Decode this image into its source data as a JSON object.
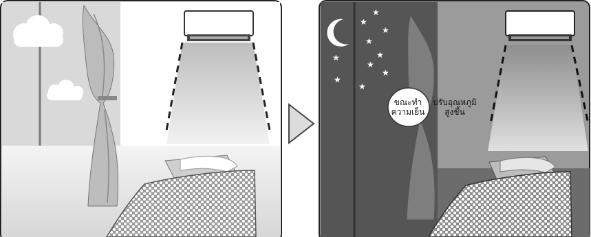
{
  "panels": {
    "day": {},
    "night": {
      "cooling_label_line1": "ขณะทำ",
      "cooling_label_line2": "ความเย็น",
      "adjust_label_line1": "ปรับอุณหภูมิ",
      "adjust_label_line2": "สูงขึ้น"
    }
  },
  "icons": [
    "air-conditioner-icon",
    "moon-icon",
    "star-icon",
    "cloud-icon",
    "curtain-icon",
    "bed-icon",
    "next-arrow-icon"
  ]
}
